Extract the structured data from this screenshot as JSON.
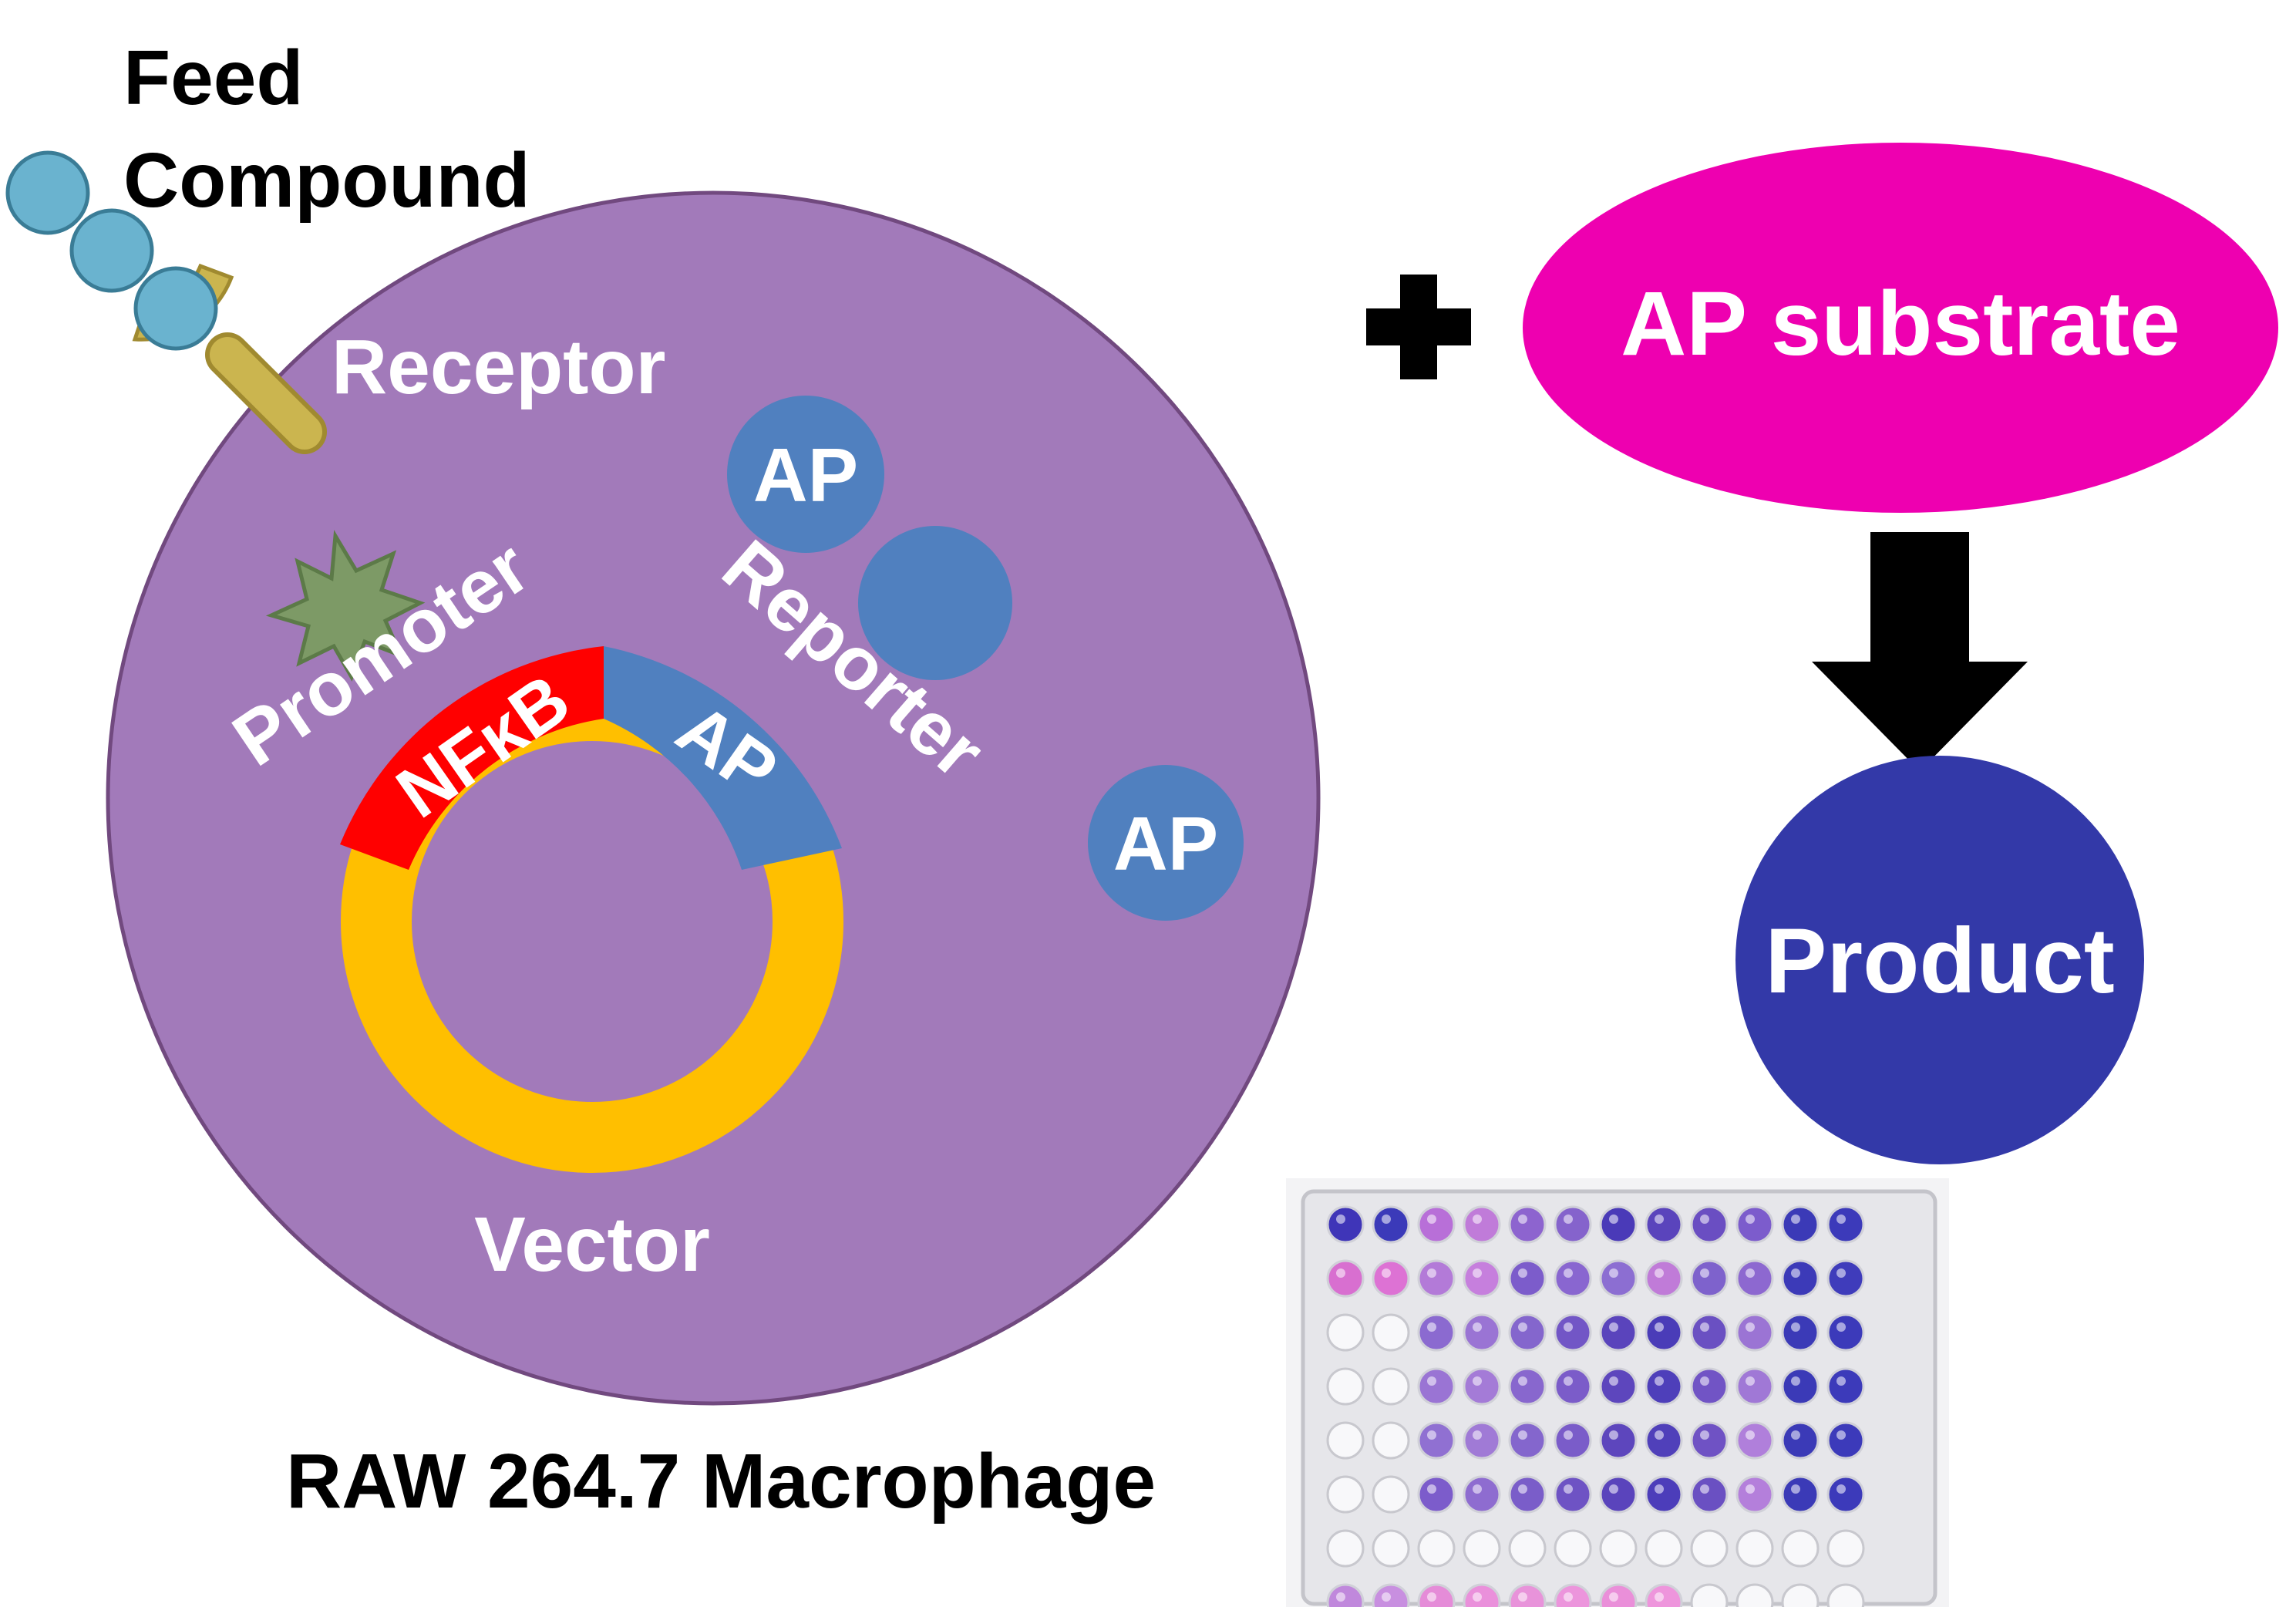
{
  "cell": {
    "receptor_label": "Receptor",
    "promoter_label": "Promoter",
    "reporter_label": "Reporter",
    "vector_label": "Vector",
    "nfkb_label": "NFκB",
    "ap_segment_label": "AP",
    "ap_protein_1": "AP",
    "ap_protein_2": "AP",
    "cell_name": "RAW 264.7 Macrophage"
  },
  "feed": {
    "line1": "Feed",
    "line2": "Compound"
  },
  "reaction": {
    "plus": "+",
    "substrate_label": "AP substrate",
    "product_label": "Product"
  },
  "plate": {
    "rows": [
      [
        "#3f35b8",
        "#3b3ab9",
        "#b86fd8",
        "#c07bd9",
        "#8d64cf",
        "#8563cc",
        "#4a3ab8",
        "#5a44bc",
        "#6a4ec2",
        "#7c5ccc",
        "#3b3ab7",
        "#3c3aba"
      ],
      [
        "#d86fd0",
        "#dd72d4",
        "#b37ad8",
        "#c67fdd",
        "#7c5ccb",
        "#8966d0",
        "#8c6ed2",
        "#c07bd8",
        "#7e62cc",
        "#8d68d0",
        "#3c3ab8",
        "#3f3cbb"
      ],
      [
        "none",
        "none",
        "#8b6ad0",
        "#9a74d4",
        "#8466cd",
        "#7256c6",
        "#5a44bc",
        "#4a3cb8",
        "#6a50c2",
        "#9b74d4",
        "#3b3ab7",
        "#3c3aba"
      ],
      [
        "none",
        "none",
        "#9a74d4",
        "#a47bd7",
        "#8867ce",
        "#7b5cc9",
        "#5d46bd",
        "#4e3fba",
        "#7154c5",
        "#a078d6",
        "#3b3ab7",
        "#3c3aba"
      ],
      [
        "none",
        "none",
        "#9070d2",
        "#a07ad6",
        "#8466cd",
        "#7a5cc9",
        "#5d46bd",
        "#5040ba",
        "#6f52c4",
        "#b07fdb",
        "#3b3ab7",
        "#3c3aba"
      ],
      [
        "none",
        "none",
        "#7c5ccb",
        "#8e6cd0",
        "#7a5dc9",
        "#6e53c4",
        "#5a44bc",
        "#4c3dba",
        "#6a50c2",
        "#b47fdb",
        "#3b3ab7",
        "#3c3aba"
      ],
      [
        "none",
        "none",
        "none",
        "none",
        "none",
        "none",
        "none",
        "none",
        "none",
        "none",
        "none",
        "none"
      ],
      [
        "#c088dc",
        "#c88fe0",
        "#e58cd8",
        "#ea90db",
        "#e893da",
        "#ec95dc",
        "#ea8fd9",
        "#ee95dc",
        "none",
        "none",
        "none",
        "none"
      ]
    ]
  },
  "colors": {
    "cell_fill": "#a27aba",
    "cell_stroke": "#71497f",
    "feed_bead": "#6ab3cf",
    "receptor": "#cbb54f",
    "promoter_star": "#7d9a66",
    "nfkb_segment": "#ff0000",
    "ap_blue": "#5080bf",
    "vector_ring": "#ffbf00",
    "substrate": "#ee00b0",
    "product": "#3339a8"
  }
}
